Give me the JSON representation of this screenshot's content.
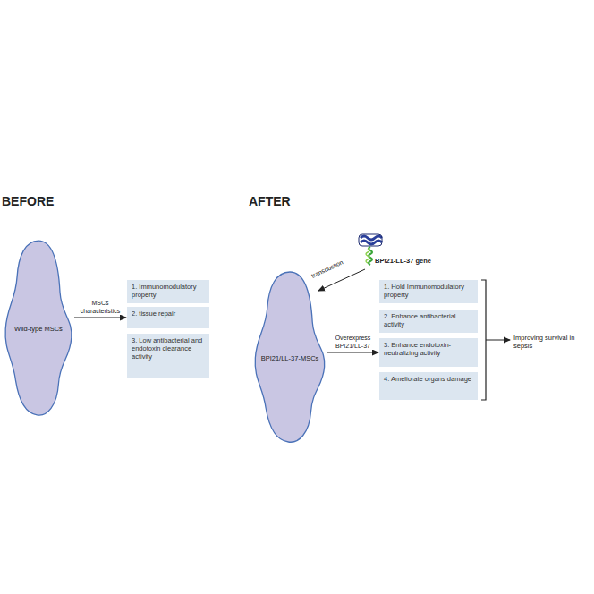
{
  "diagram": {
    "nodes": [
      {
        "text": [
          "Wild-type MSCs"
        ]
      },
      {
        "text": [
          "1. Immunomodulatory property"
        ]
      },
      {
        "text": [
          "2. tissue repair"
        ]
      },
      {
        "text": [
          "3. Low antibacterial and endotoxin clearance activity"
        ]
      },
      {
        "text": [
          "BPI21/LL-37-MSCs"
        ]
      },
      {
        "text": [
          "1. Hold Immunomodulatory property"
        ]
      },
      {
        "text": [
          "2. Enhance antibacterial activity"
        ]
      },
      {
        "text": [
          "3. Enhance endotoxin-neutralizing activity"
        ]
      },
      {
        "text": [
          "4. Ameliorate organs damage"
        ]
      }
    ],
    "edges": [
      {
        "from": 0,
        "to": 2,
        "label": "MSCs characteristics",
        "arrow": "to"
      },
      {
        "from": 4,
        "to": 7,
        "label": "Overexpress BPI21/LL-37",
        "arrow": "to"
      }
    ],
    "labels": [
      "BEFORE",
      "AFTER",
      "BPI21-LL-37 gene",
      "transduction",
      "Improving survival in sepsis"
    ]
  }
}
